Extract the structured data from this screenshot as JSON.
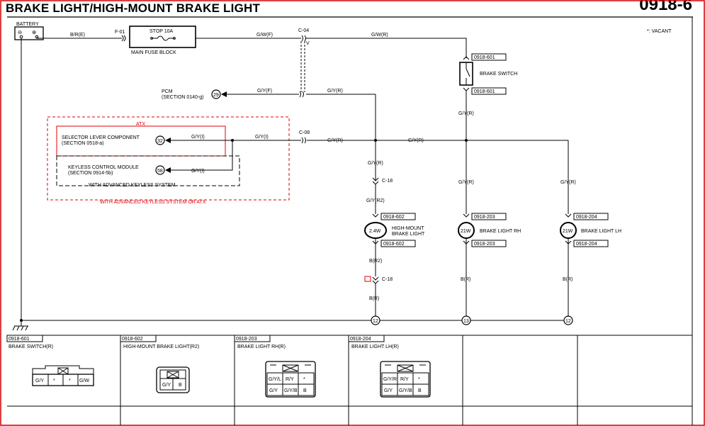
{
  "header": {
    "title": "BRAKE LIGHT/HIGH-MOUNT BRAKE LIGHT",
    "page": "0918-6"
  },
  "legend": {
    "vacant": "*: VACANT"
  },
  "battery": {
    "label": "BATTERY",
    "minus": "⊖",
    "plus": "⊕"
  },
  "fuse": {
    "id": "F-01",
    "label": "STOP 10A",
    "block": "MAIN FUSE BLOCK"
  },
  "wires": {
    "br_e": "B/R(E)",
    "gw_f": "G/W(F)",
    "gw_r": "G/W(R)",
    "gy_f": "G/Y(F)",
    "gy_r_pcm": "G/Y(R)",
    "gy_r_sw": "G/Y(R)",
    "gy_i_sel": "G/Y(I)",
    "gy_i_key": "G/Y(I)",
    "gy_i_main": "G/Y(I)",
    "gy_r_c08": "G/Y(R)",
    "gy_r_bus": "G/Y(R)",
    "gy_r_hm": "G/Y(R)",
    "gy_r2": "G/Y(R2)",
    "gy_r_rh": "G/Y(R)",
    "gy_r_lh": "G/Y(R)",
    "br2": "B(R2)",
    "br_hm": "B(R)",
    "br_rh": "B(R)",
    "br_lh": "B(R)"
  },
  "connectors": {
    "c04": "C-04",
    "c04_v": "V",
    "c08": "C-08",
    "c18_top": "C-18",
    "c18_bottom": "C-18"
  },
  "pcm": {
    "name": "PCM",
    "section": "(SECTION 0140-g)",
    "pin": "29"
  },
  "selector": {
    "name": "SELECTOR LEVER COMPONENT",
    "section": "(SECTION 0518-a)",
    "pin": "32"
  },
  "keyless": {
    "name": "KEYLESS CONTROL MODULE",
    "section": "(SECTION 0914-5b)",
    "pin": "58"
  },
  "groups": {
    "atx": "ATX",
    "with_keyless": "WITH ADVANCED KEYLESS SYSTEM",
    "with_keyless_or_atx": "WITH ADVANCED KEYLESS SYSTEM OR ATX"
  },
  "brake_switch": {
    "name": "BRAKE SWITCH",
    "conn_top": "0918-601",
    "conn_bottom": "0918-601"
  },
  "hm_light": {
    "watt": "2.4W",
    "name_1": "HIGH-MOUNT",
    "name_2": "BRAKE LIGHT",
    "conn_top": "0918-602",
    "conn_bottom": "0918-602"
  },
  "rh_light": {
    "watt": "21W",
    "name": "BRAKE LIGHT RH",
    "conn_top": "0918-203",
    "conn_bottom": "0918-203"
  },
  "lh_light": {
    "watt": "21W",
    "name": "BRAKE LIGHT LH",
    "conn_top": "0918-204",
    "conn_bottom": "0918-204"
  },
  "grounds": {
    "hm": "12",
    "rh": "13",
    "lh": "12"
  },
  "connector_views": [
    {
      "id": "0918-601",
      "name": "BRAKE SWITCH(R)",
      "pins": [
        "G/Y",
        "*",
        "*",
        "G/W"
      ]
    },
    {
      "id": "0918-602",
      "name": "HIGH-MOUNT BRAKE LIGHT(R2)",
      "pins": [
        "G/Y",
        "B"
      ]
    },
    {
      "id": "0918-203",
      "name": "BRAKE LIGHT RH(R)",
      "pins": [
        "G/Y/L",
        "R/Y",
        "*",
        "G/Y",
        "G/Y/B",
        "B"
      ]
    },
    {
      "id": "0918-204",
      "name": "BRAKE LIGHT LH(R)",
      "pins": [
        "G/Y/R",
        "R/Y",
        "*",
        "G/Y",
        "G/Y/B",
        "B"
      ]
    }
  ]
}
